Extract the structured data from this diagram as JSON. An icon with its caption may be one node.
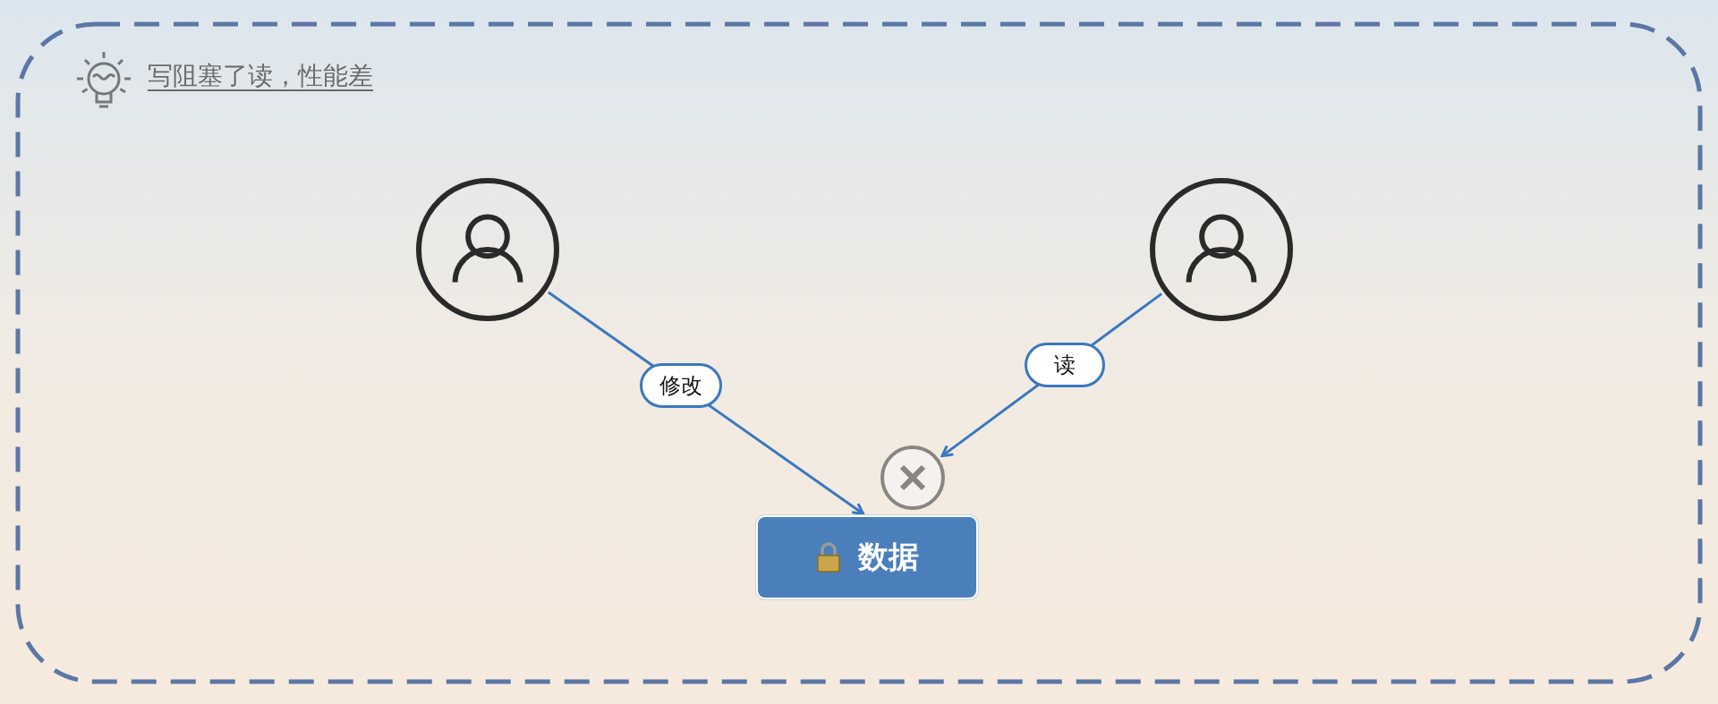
{
  "diagram": {
    "title": "写阻塞了读，性能差",
    "nodes": [
      {
        "text": [],
        "shape": "person"
      },
      {
        "text": [],
        "shape": "person"
      },
      {
        "text": [],
        "shape": "circle"
      },
      {
        "text": [
          "数据"
        ]
      }
    ],
    "edges": [
      {
        "from": 0,
        "to": 3,
        "arrow": "to",
        "label": "修改"
      },
      {
        "from": 1,
        "to": 2,
        "arrow": "to",
        "label": "读"
      }
    ]
  }
}
